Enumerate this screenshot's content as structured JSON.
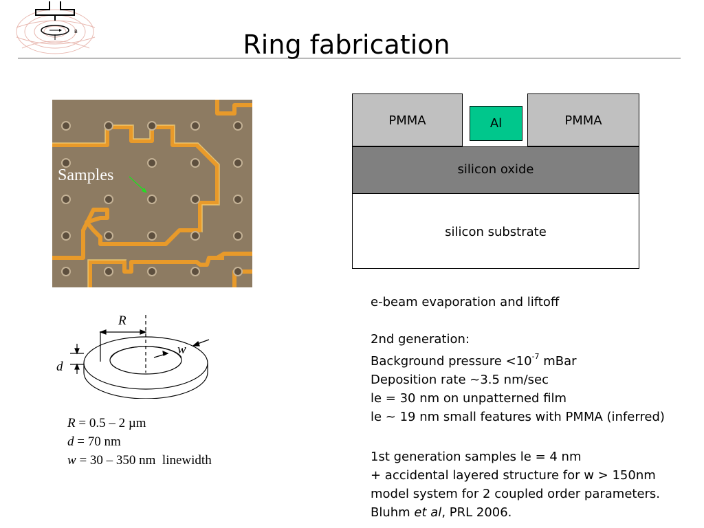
{
  "slide": {
    "title": "Ring fabrication"
  },
  "logo": {
    "letter": "B"
  },
  "micrograph": {
    "label": "Samples"
  },
  "layer_stack": {
    "pmma_left": "PMMA",
    "aluminum": "Al",
    "pmma_right": "PMMA",
    "oxide": "silicon oxide",
    "substrate": "silicon substrate"
  },
  "ring_diagram": {
    "label_R": "R",
    "label_w": "w",
    "label_d": "d"
  },
  "parameters": {
    "R_symbol": "R",
    "R_value": " = 0.5 – 2 µm",
    "d_symbol": "d",
    "d_value": " = 70 nm",
    "w_symbol": "w",
    "w_value": " = 30 – 350 nm  linewidth"
  },
  "notes": {
    "process": "e-beam evaporation and liftoff",
    "gen2_heading": "2nd generation:",
    "pressure_prefix": "Background pressure <10",
    "pressure_exponent": "-7",
    "pressure_unit": " mBar",
    "deposition": "Deposition rate ~3.5 nm/sec",
    "le_film": "le = 30 nm on unpatterned film",
    "le_small": "le ~ 19 nm small features with PMMA (inferred)",
    "gen1": "1st generation samples le = 4 nm",
    "accidental": "+ accidental layered structure for w > 150nm",
    "model": "model system for 2 coupled order parameters.",
    "ref_author": "Bluhm ",
    "ref_etal": "et al",
    "ref_journal": ", PRL 2006."
  }
}
